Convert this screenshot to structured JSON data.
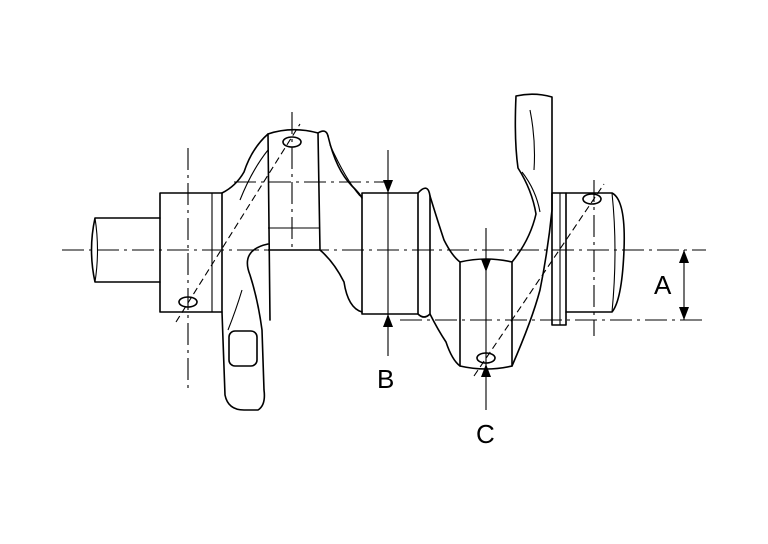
{
  "diagram": {
    "labels": {
      "a": "A",
      "b": "B",
      "c": "C"
    }
  }
}
